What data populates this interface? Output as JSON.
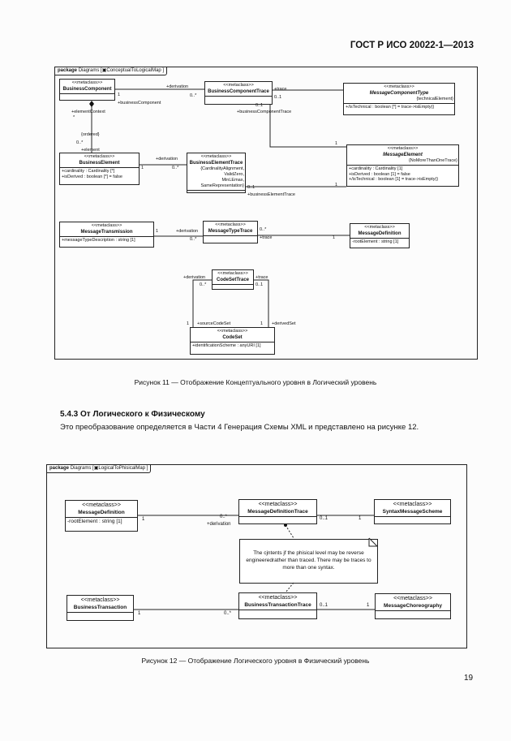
{
  "header": {
    "standard": "ГОСТ Р ИСО 20022-1—2013"
  },
  "figure11": {
    "tab": {
      "keyword": "package",
      "text": "Diagrams [",
      "name": "ConceptualToLogicalMap ]"
    },
    "caption": "Рисунок 11 — Отображение Концептуального уровня в Логический уровень",
    "classes": [
      {
        "id": "bc",
        "stereotype": "<<metaclass>>",
        "name": "BusinessComponent",
        "attributes": ""
      },
      {
        "id": "bct",
        "stereotype": "<<metaclass>>",
        "name": "BusinessComponentTrace",
        "attributes": ""
      },
      {
        "id": "mct",
        "stereotype": "<<metaclass>>",
        "name": "MessageComponentType",
        "italic": true,
        "constraint": "{technicalElement}",
        "attributes": "+/isTechnical : boolean [*] = trace->isEmpty()"
      },
      {
        "id": "be",
        "stereotype": "<<metaclass>>",
        "name": "BusinessElement",
        "attributes": "+cardinality : Cardinality [*]\n+isDerived : boolean [*] = false"
      },
      {
        "id": "bet",
        "stereotype": "<<metaclass>>",
        "name": "BusinessElementTrace",
        "constraint": "{CardinalityAlignment,\nValidZero,\nMinLEmax,\nSameRepresentation}",
        "attributes": ""
      },
      {
        "id": "me",
        "stereotype": "<<metaclass>>",
        "name": "MessageElement",
        "italic": true,
        "constraint": "{NoMoreThanOneTrace}",
        "attributes": "+cardinality : Cardinality [1]\n+isDerived : boolean [1] = false\n+/isTechnical : boolean [1] = trace->isEmpty()"
      },
      {
        "id": "mt",
        "stereotype": "<<metaclass>>",
        "name": "MessageTransmission",
        "attributes": "+messageTypeDescription : string [1]"
      },
      {
        "id": "mtt",
        "stereotype": "<<metaclass>>",
        "name": "MessageTypeTrace",
        "attributes": ""
      },
      {
        "id": "md",
        "stereotype": "<<metaclass>>",
        "name": "MessageDefinition",
        "attributes": "-rootElement : string [1]"
      },
      {
        "id": "cst",
        "stereotype": "<<metaclass>>",
        "name": "CodeSetTrace",
        "attributes": ""
      },
      {
        "id": "cs",
        "stereotype": "<<metaclass>>",
        "name": "CodeSet",
        "attributes": "+identificationScheme : anyURI [1]"
      }
    ],
    "labels": [
      "+derivation",
      "0..*",
      "1",
      "+businessComponent",
      "+trace",
      "0..1",
      "0..1",
      "+businessComponentTrace",
      "1",
      "+elementContext",
      "*",
      "{ordered}",
      "0..*",
      "+element",
      "+derivation",
      "1",
      "0..*",
      "0..1",
      "+businessElementTrace",
      "1",
      "1",
      "+derivation",
      "0..*",
      "0..*",
      "+trace",
      "1",
      "+derivation",
      "0..*",
      "+trace",
      "0..1",
      "1",
      "+sourceCodeSet",
      "1",
      "+derivedSet"
    ]
  },
  "section": {
    "heading": "5.4.3 От Логического к Физическому",
    "text": "Это преобразование определяется в Части 4 Генерация Схемы XML и представлено на рисунке 12."
  },
  "figure12": {
    "tab": {
      "keyword": "package",
      "text": "Diagrams [",
      "name": "LogicalToPhisicalMap ]"
    },
    "caption": "Рисунок 12 — Отображение Логического уровня в Физический уровень",
    "classes": [
      {
        "id": "md2",
        "stereotype": "<<metaclass>>",
        "name": "MessageDefinition",
        "attributes": "-rootElement : string [1]"
      },
      {
        "id": "mdt",
        "stereotype": "<<metaclass>>",
        "name": "MessageDefinitionTrace",
        "attributes": ""
      },
      {
        "id": "sms",
        "stereotype": "<<metaclass>>",
        "name": "SyntaxMessageScheme",
        "attributes": ""
      },
      {
        "id": "bt",
        "stereotype": "<<metaclass>>",
        "name": "BusinessTransaction",
        "attributes": ""
      },
      {
        "id": "btt",
        "stereotype": "<<metaclass>>",
        "name": "BusinessTransactionTrace",
        "attributes": ""
      },
      {
        "id": "mc",
        "stereotype": "<<metaclass>>",
        "name": "MessageChoreography",
        "attributes": ""
      }
    ],
    "note": "The cjntents jf the phisical level may be reverse engineeredrather than traced. There may be traces to more than one syntax.",
    "labels": [
      "1",
      "0..*",
      "+derivation",
      "0..1",
      "1",
      "1",
      "0..*",
      "0..1",
      "1"
    ]
  },
  "page_number": "19"
}
